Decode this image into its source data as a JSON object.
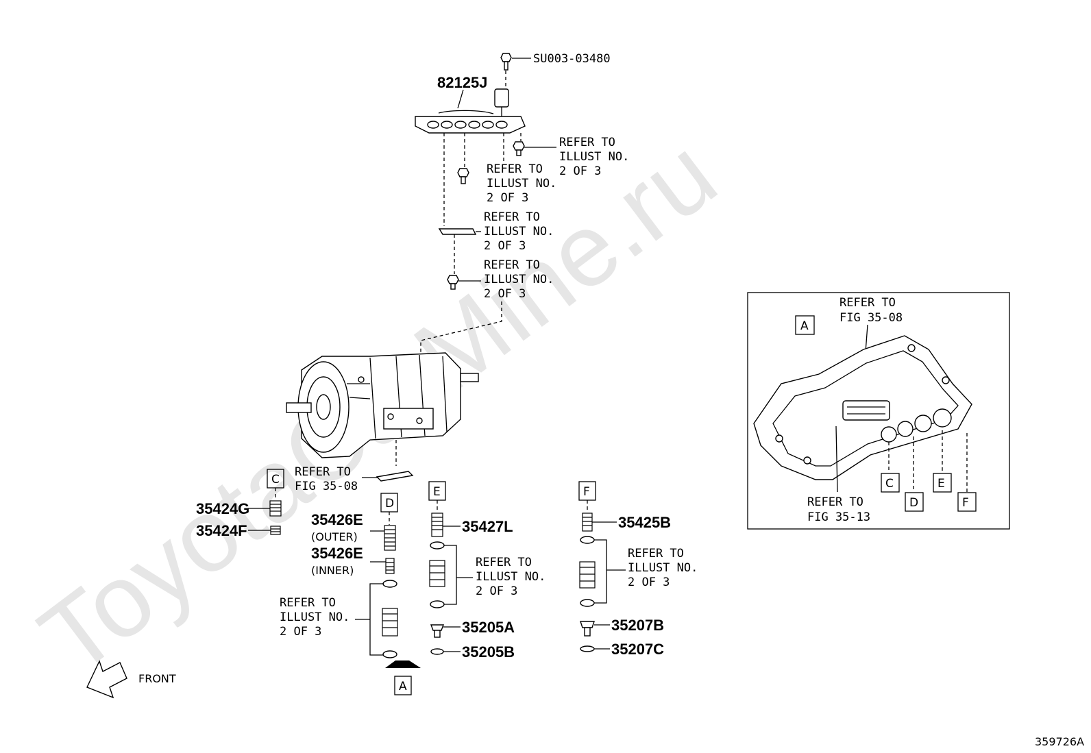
{
  "watermark": "ToyotaCarMine.ru",
  "diagram_code": "359726A",
  "front_label": "FRONT",
  "parts": {
    "bolt_top": "SU003-03480",
    "harness": "82125J",
    "p35424G": "35424G",
    "p35424F": "35424F",
    "p35426E_outer": "35426E",
    "p35426E_outer_note": "(OUTER)",
    "p35426E_inner": "35426E",
    "p35426E_inner_note": "(INNER)",
    "p35427L": "35427L",
    "p35205A": "35205A",
    "p35205B": "35205B",
    "p35425B": "35425B",
    "p35207B": "35207B",
    "p35207C": "35207C"
  },
  "refs": {
    "r1": [
      "REFER TO",
      "ILLUST NO.",
      "2 OF 3"
    ],
    "r2": [
      "REFER TO",
      "ILLUST NO.",
      "2 OF 3"
    ],
    "r3": [
      "REFER TO",
      "ILLUST NO.",
      "2 OF 3"
    ],
    "r4": [
      "REFER TO",
      "ILLUST NO.",
      "2 OF 3"
    ],
    "r5": [
      "REFER TO",
      "FIG 35-08"
    ],
    "r6": [
      "REFER TO",
      "ILLUST NO.",
      "2 OF 3"
    ],
    "r7": [
      "REFER TO",
      "ILLUST NO.",
      "2 OF 3"
    ],
    "r8": [
      "REFER TO",
      "ILLUST NO.",
      "2 OF 3"
    ],
    "inset_top": [
      "REFER TO",
      "FIG 35-08"
    ],
    "inset_bottom": [
      "REFER TO",
      "FIG 35-13"
    ]
  },
  "boxes": {
    "A_inset": "A",
    "C_inset": "C",
    "D_inset": "D",
    "E_inset": "E",
    "F_inset": "F",
    "C": "C",
    "D": "D",
    "E": "E",
    "F": "F",
    "A_bottom": "A"
  }
}
